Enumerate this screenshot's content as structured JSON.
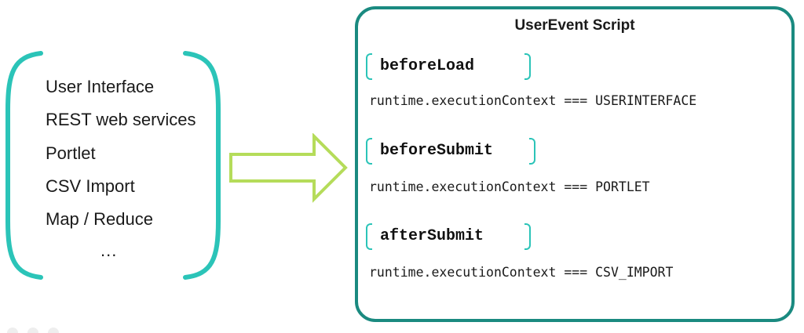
{
  "sources": {
    "items": [
      "User Interface",
      "REST web services",
      "Portlet",
      "CSV Import",
      "Map / Reduce"
    ],
    "ellipsis": "..."
  },
  "script": {
    "title": "UserEvent Script",
    "hooks": [
      {
        "name": "beforeLoad",
        "context": "runtime.executionContext === USERINTERFACE"
      },
      {
        "name": "beforeSubmit",
        "context": "runtime.executionContext === PORTLET"
      },
      {
        "name": "afterSubmit",
        "context": "runtime.executionContext === CSV_IMPORT"
      }
    ]
  },
  "colors": {
    "brace": "#2bc4b8",
    "box_border": "#1a8a80",
    "arrow": "#b5dc5a",
    "hook_bracket": "#2bc4b8"
  }
}
